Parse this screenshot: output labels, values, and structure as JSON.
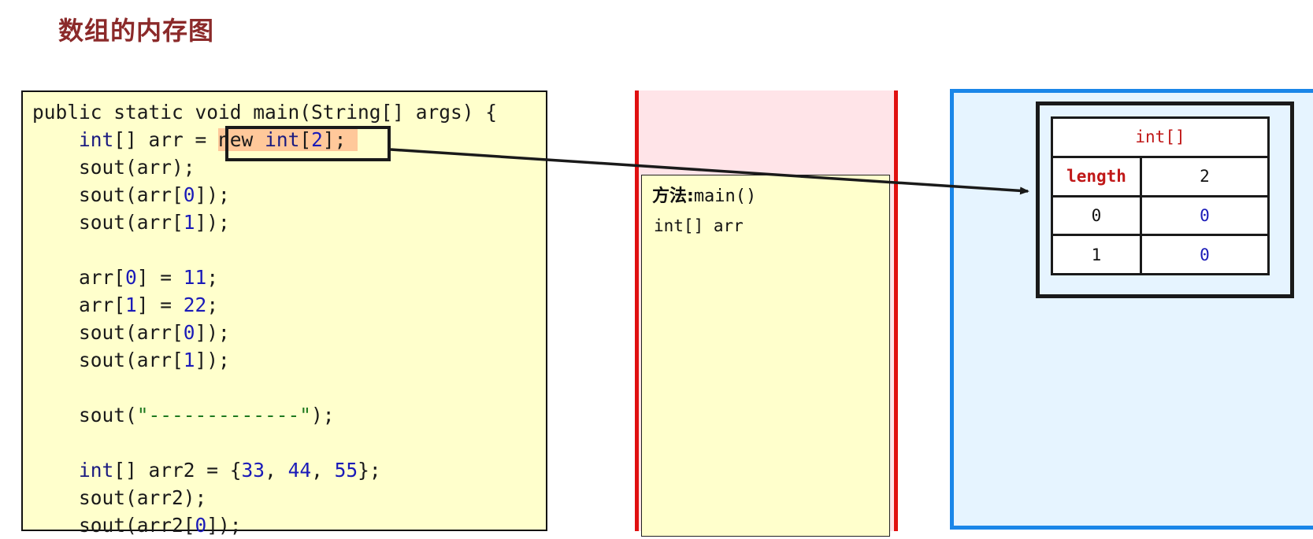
{
  "title": "数组的内存图",
  "code_lines": [
    {
      "parts": [
        {
          "t": "public static void main(String[] args) {",
          "c": ""
        }
      ]
    },
    {
      "parts": [
        {
          "t": "    ",
          "c": ""
        },
        {
          "t": "int",
          "c": "kw"
        },
        {
          "t": "[] arr = ",
          "c": ""
        },
        {
          "t": "new ",
          "c": "hl"
        },
        {
          "t": "int",
          "c": "hl kw"
        },
        {
          "t": "[",
          "c": "hl"
        },
        {
          "t": "2",
          "c": "hl num"
        },
        {
          "t": "]; ",
          "c": "hl"
        }
      ]
    },
    {
      "parts": [
        {
          "t": "    sout(arr);",
          "c": ""
        }
      ]
    },
    {
      "parts": [
        {
          "t": "    sout(arr[",
          "c": ""
        },
        {
          "t": "0",
          "c": "num"
        },
        {
          "t": "]);",
          "c": ""
        }
      ]
    },
    {
      "parts": [
        {
          "t": "    sout(arr[",
          "c": ""
        },
        {
          "t": "1",
          "c": "num"
        },
        {
          "t": "]);",
          "c": ""
        }
      ]
    },
    {
      "parts": [
        {
          "t": "",
          "c": ""
        }
      ]
    },
    {
      "parts": [
        {
          "t": "    arr[",
          "c": ""
        },
        {
          "t": "0",
          "c": "num"
        },
        {
          "t": "] = ",
          "c": ""
        },
        {
          "t": "11",
          "c": "num"
        },
        {
          "t": ";",
          "c": ""
        }
      ]
    },
    {
      "parts": [
        {
          "t": "    arr[",
          "c": ""
        },
        {
          "t": "1",
          "c": "num"
        },
        {
          "t": "] = ",
          "c": ""
        },
        {
          "t": "22",
          "c": "num"
        },
        {
          "t": ";",
          "c": ""
        }
      ]
    },
    {
      "parts": [
        {
          "t": "    sout(arr[",
          "c": ""
        },
        {
          "t": "0",
          "c": "num"
        },
        {
          "t": "]);",
          "c": ""
        }
      ]
    },
    {
      "parts": [
        {
          "t": "    sout(arr[",
          "c": ""
        },
        {
          "t": "1",
          "c": "num"
        },
        {
          "t": "]);",
          "c": ""
        }
      ]
    },
    {
      "parts": [
        {
          "t": "",
          "c": ""
        }
      ]
    },
    {
      "parts": [
        {
          "t": "    sout(",
          "c": ""
        },
        {
          "t": "\"-------------\"",
          "c": "str"
        },
        {
          "t": ");",
          "c": ""
        }
      ]
    },
    {
      "parts": [
        {
          "t": "",
          "c": ""
        }
      ]
    },
    {
      "parts": [
        {
          "t": "    ",
          "c": ""
        },
        {
          "t": "int",
          "c": "kw"
        },
        {
          "t": "[] arr2 = {",
          "c": ""
        },
        {
          "t": "33",
          "c": "num"
        },
        {
          "t": ", ",
          "c": ""
        },
        {
          "t": "44",
          "c": "num"
        },
        {
          "t": ", ",
          "c": ""
        },
        {
          "t": "55",
          "c": "num"
        },
        {
          "t": "};",
          "c": ""
        }
      ]
    },
    {
      "parts": [
        {
          "t": "    sout(arr2);",
          "c": ""
        }
      ]
    },
    {
      "parts": [
        {
          "t": "    sout(arr2[",
          "c": ""
        },
        {
          "t": "0",
          "c": "num"
        },
        {
          "t": "]);",
          "c": ""
        }
      ]
    }
  ],
  "stack_frame": {
    "label": "方法:",
    "method": "main()",
    "variable": "int[] arr"
  },
  "heap_object": {
    "type": "int[]",
    "length_label": "length",
    "length_value": "2",
    "rows": [
      {
        "index": "0",
        "value": "0"
      },
      {
        "index": "1",
        "value": "0"
      }
    ]
  },
  "colors": {
    "title": "#8b2a2a",
    "stack_border": "#e01010",
    "heap_border": "#1a86e8"
  }
}
